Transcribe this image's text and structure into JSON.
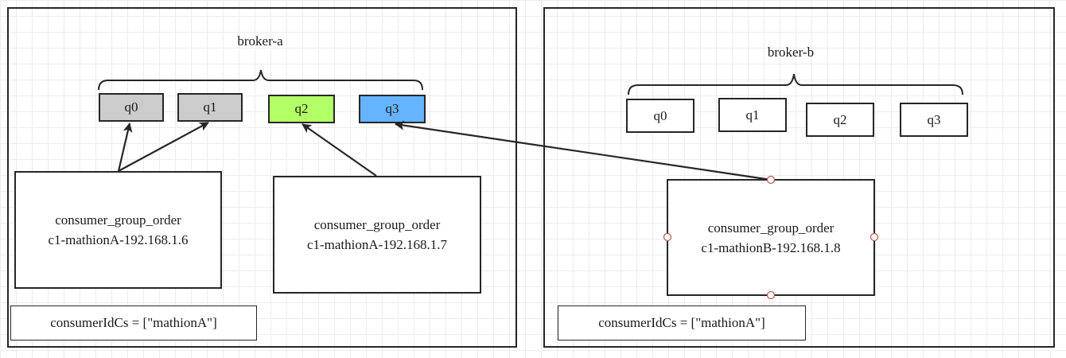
{
  "broker_a": {
    "title": "broker-a",
    "queues": [
      "q0",
      "q1",
      "q2",
      "q3"
    ],
    "consumers": [
      {
        "group": "consumer_group_order",
        "client": "c1-mathionA-192.168.1.6"
      },
      {
        "group": "consumer_group_order",
        "client": "c1-mathionA-192.168.1.7"
      }
    ],
    "consumer_id_cs": "consumerIdCs = [\"mathionA\"]"
  },
  "broker_b": {
    "title": "broker-b",
    "queues": [
      "q0",
      "q1",
      "q2",
      "q3"
    ],
    "consumer": {
      "group": "consumer_group_order",
      "client": "c1-mathionB-192.168.1.8"
    },
    "consumer_id_cs": "consumerIdCs = [\"mathionA\"]"
  },
  "colors": {
    "queue_gray": "#cccccc",
    "queue_green": "#b3ff66",
    "queue_blue": "#66b3ff",
    "handle_stroke": "#b85450"
  }
}
